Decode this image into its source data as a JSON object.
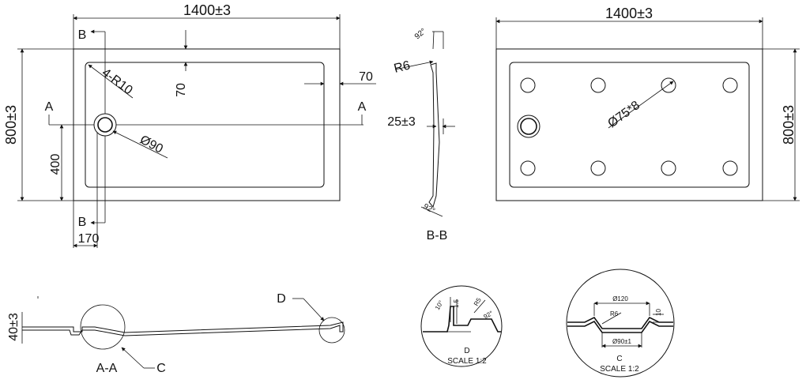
{
  "top_view": {
    "width_dim": "1400±3",
    "height_dim": "800±3",
    "corner_radius": "4-R10",
    "offset_top": "70",
    "offset_right": "70",
    "drain_dia": "Ø90",
    "drain_y": "400",
    "drain_x": "170",
    "section_a": "A",
    "section_b": "B"
  },
  "section_bb": {
    "title": "B-B",
    "angle_top": "92°",
    "angle_bottom": "92°",
    "radius": "R6",
    "depth": "25±3"
  },
  "bottom_view": {
    "width_dim": "1400±3",
    "height_dim": "800±3",
    "foot_dia": "Ø75*8"
  },
  "section_aa": {
    "title": "A-A",
    "height_dim": "40±3",
    "detail_c": "C",
    "detail_d": "D"
  },
  "detail_d": {
    "label": "D",
    "scale": "SCALE 1:2",
    "angle": "10°",
    "thickness": "1.5",
    "radius": "R5",
    "angle2": "92°"
  },
  "detail_c": {
    "label": "C",
    "scale": "SCALE 1:2",
    "outer_dia": "Ø120",
    "radius": "R6",
    "depth": "10",
    "hole_dia": "Ø90±1"
  }
}
